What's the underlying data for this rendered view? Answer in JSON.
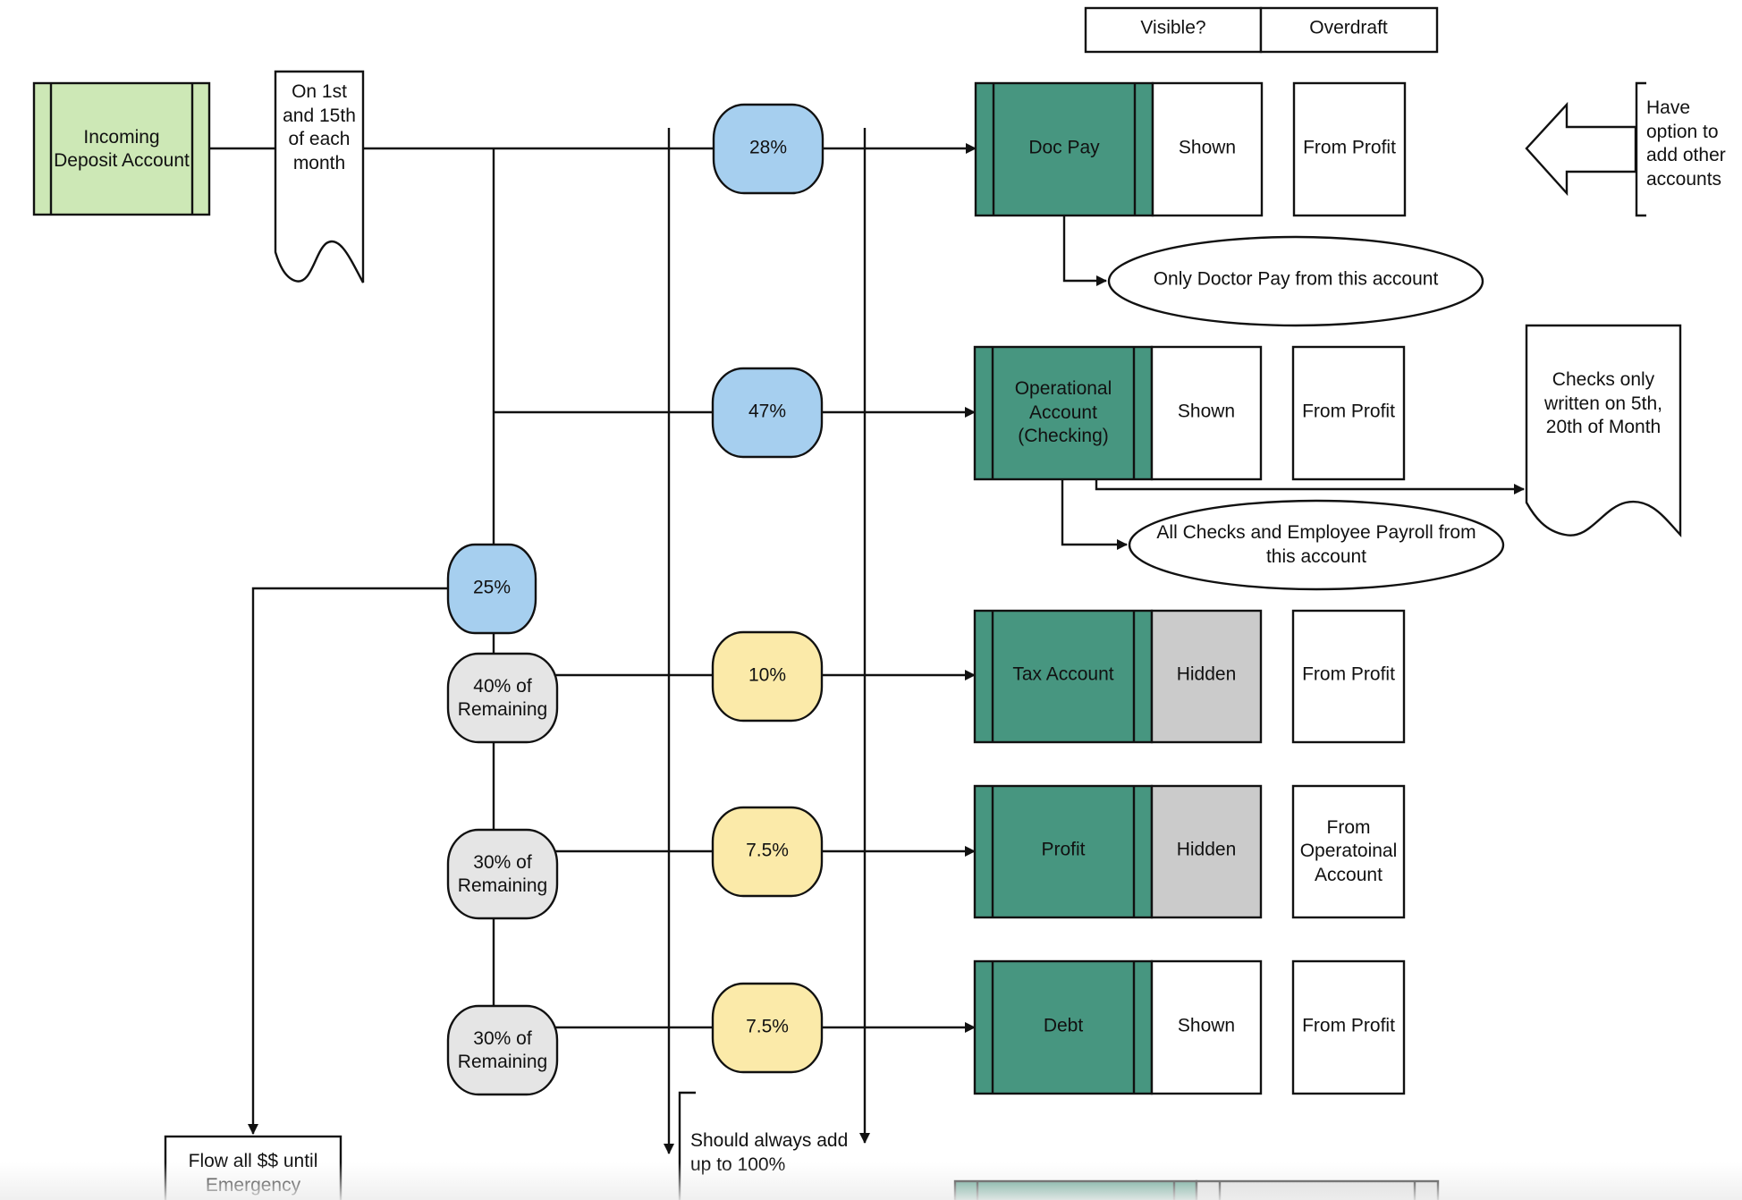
{
  "header": {
    "visible_label": "Visible?",
    "overdraft_label": "Overdraft"
  },
  "source": {
    "label": "Incoming Deposit Account",
    "schedule": "On 1st and 15th of each month"
  },
  "side_note": {
    "text": "Have option to add other accounts"
  },
  "splits": {
    "doc_pay": "28%",
    "operational": "47%",
    "reserve": "25%",
    "tax": "10%",
    "profit": "7.5%",
    "debt": "7.5%"
  },
  "remaining": {
    "tax": "40% of Remaining",
    "profit": "30% of Remaining",
    "debt": "30% of Remaining"
  },
  "accounts": {
    "doc_pay": {
      "name": "Doc Pay",
      "visibility": "Shown",
      "overdraft": "From Profit"
    },
    "operational": {
      "name": "Operational Account (Checking)",
      "visibility": "Shown",
      "overdraft": "From Profit"
    },
    "tax": {
      "name": "Tax Account",
      "visibility": "Hidden",
      "overdraft": "From Profit"
    },
    "profit": {
      "name": "Profit",
      "visibility": "Hidden",
      "overdraft": "From Operatoinal Account"
    },
    "debt": {
      "name": "Debt",
      "visibility": "Shown",
      "overdraft": "From Profit"
    }
  },
  "notes": {
    "doc_pay": "Only Doctor Pay from this account",
    "operational": "All Checks and Employee Payroll from this account",
    "checks_schedule": "Checks only written on 5th, 20th of Month",
    "sum_rule": "Should always add up to 100%",
    "emergency": "Flow all $$ until Emergency"
  },
  "colors": {
    "source_fill": "#cde8b6",
    "account_fill": "#479680",
    "split_blue": "#a6cfef",
    "split_yellow": "#fbeaa9",
    "remaining_gray": "#e5e5e5",
    "hidden_gray": "#cbcbcb"
  }
}
